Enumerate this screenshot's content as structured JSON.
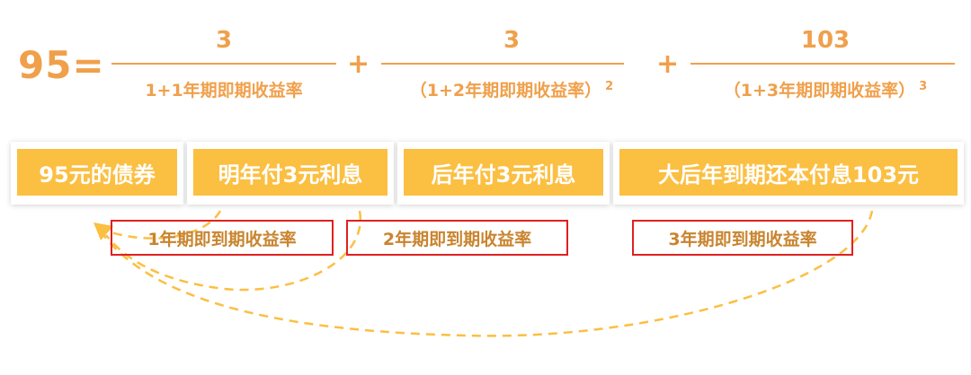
{
  "equation": {
    "lhs": "95=",
    "term1": {
      "numerator": "3",
      "denominator": "1+1年期即期收益率",
      "exponent": ""
    },
    "plus1": "+",
    "term2": {
      "numerator": "3",
      "denominator": "（1+2年期即期收益率）",
      "exponent": "2"
    },
    "plus2": "+",
    "term3": {
      "numerator": "103",
      "denominator": "（1+3年期即期收益率）",
      "exponent": "3"
    }
  },
  "boxes": [
    "95元的债券",
    "明年付3元利息",
    "后年付3元利息",
    "大后年到期还本付息103元"
  ],
  "rate_tags": [
    "1年期即到期收益率",
    "2年期即到期收益率",
    "3年期即到期收益率"
  ],
  "colors": {
    "text": "#f0a04b",
    "box_fill": "#fbbf42",
    "tag_border": "#e02020",
    "tag_text": "#c9842e",
    "arrow": "#fbbf42"
  }
}
